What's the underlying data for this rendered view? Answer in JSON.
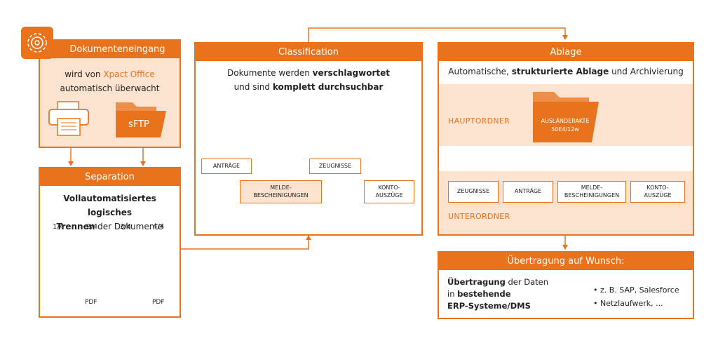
{
  "colors": {
    "accent": "#e9731c",
    "light_fill": "#fbe3d0",
    "dark": "#222222"
  },
  "intake": {
    "title": "Dokumenteneingang",
    "line1_pre": "wird von ",
    "line1_brand": "Xpact Office",
    "line2": "automatisch überwacht",
    "sftp_label": "sFTP",
    "icons": [
      "gear-icon",
      "printer-icon",
      "folder-icon"
    ]
  },
  "separation": {
    "title": "Separation",
    "line1": "Vollautomatisiertes logisches",
    "line2_bold": "Trennen",
    "line2_rest": " der Dokumente",
    "pages": [
      "1/4",
      "2/4",
      "3/4",
      "4/4"
    ],
    "pdf_label": "PDF"
  },
  "classification": {
    "title": "Classification",
    "line1_pre": "Dokumente werden ",
    "line1_bold": "verschlagwortet",
    "line2_pre": "und sind ",
    "line2_bold": "komplett durchsuchbar",
    "labels": {
      "antraege": "ANTRÄGE",
      "zeugnisse": "ZEUGNISSE",
      "melde_1": "MELDE-",
      "melde_2": "BESCHEINIGUNGEN",
      "konto_1": "KONTO-",
      "konto_2": "AUSZÜGE"
    }
  },
  "ablage": {
    "title": "Ablage",
    "desc_pre": "Automatische, ",
    "desc_bold": "strukturierte Ablage",
    "desc_post": " und Archivierung",
    "hauptordner": "HAUPTORDNER",
    "unterordner": "UNTERORDNER",
    "folder_line1": "AUSLÄNDERAKTE",
    "folder_line2": "50E4/12w",
    "subfolders": {
      "zeugnisse": "ZEUGNISSE",
      "antraege": "ANTRÄGE",
      "melde_1": "MELDE-",
      "melde_2": "BESCHEINIGUNGEN",
      "konto_1": "KONTO-",
      "konto_2": "AUSZÜGE"
    }
  },
  "transfer": {
    "title": "Übertragung auf Wunsch:",
    "l1_bold": "Übertragung",
    "l1_rest": " der Daten",
    "l2_pre": "in ",
    "l2_bold": "bestehende",
    "l3_bold": "ERP-Systeme/DMS",
    "bullet1": "• z. B. SAP, Salesforce",
    "bullet2": "• Netzlaufwerk, ..."
  }
}
